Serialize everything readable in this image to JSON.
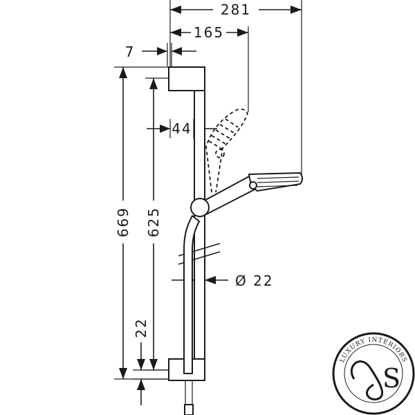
{
  "drawing": {
    "dimensions": {
      "overall_reach": "281",
      "hand_shower_reach": "165",
      "wall_offset": "7",
      "total_height": "669",
      "rail_height": "625",
      "bracket_offset": "44",
      "rail_diameter": "Ø 22",
      "bottom_offset": "22"
    },
    "logo": {
      "text": "LUXURY INTERIORS",
      "monogram": "S"
    },
    "colors": {
      "line": "#1a1a1a",
      "background": "#ffffff"
    }
  }
}
